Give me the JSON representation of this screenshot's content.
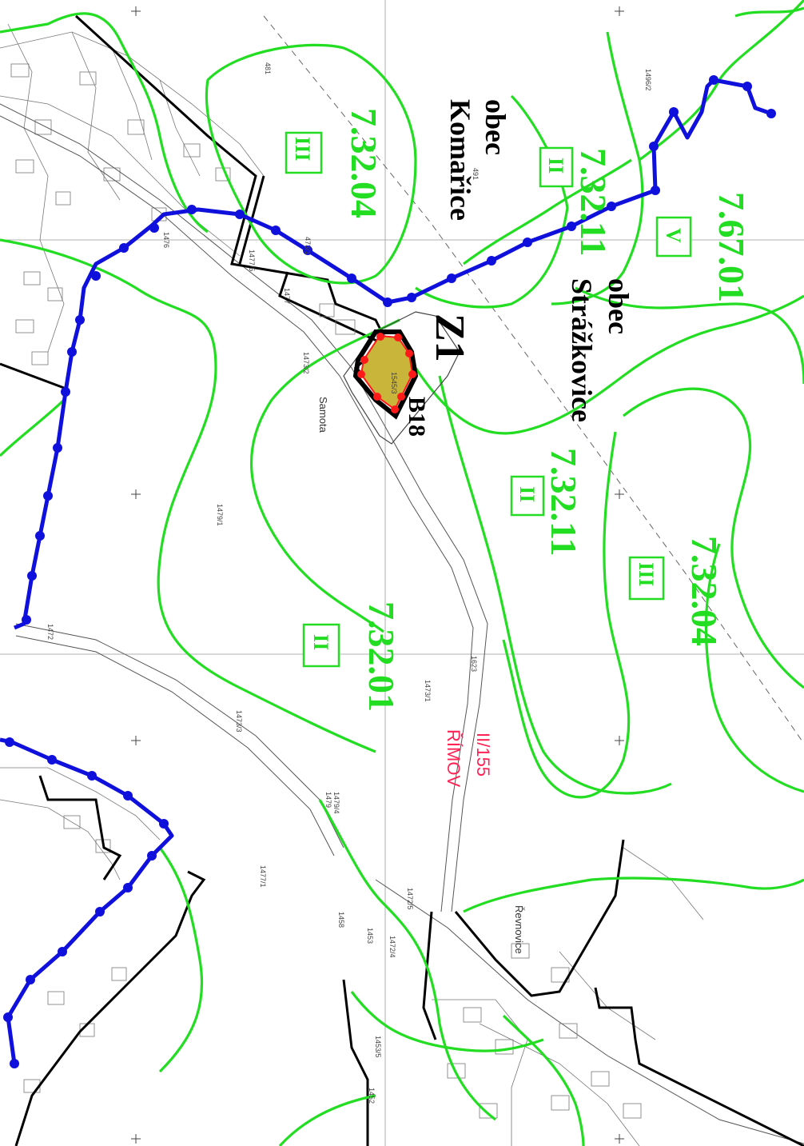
{
  "map": {
    "area_codes": [
      {
        "id": "code-7-32-04-top",
        "text": "7.32.04"
      },
      {
        "id": "code-7-32-11-upper",
        "text": "7.32.11"
      },
      {
        "id": "code-7-67-01",
        "text": "7.67.01"
      },
      {
        "id": "code-7-32-11-middle",
        "text": "7.32.11"
      },
      {
        "id": "code-7-32-04-right",
        "text": "7.32.04"
      },
      {
        "id": "code-7-32-01",
        "text": "7.32.01"
      }
    ],
    "roman_boxes": [
      {
        "id": "box-iii-top",
        "text": "III"
      },
      {
        "id": "box-ii-upper",
        "text": "II"
      },
      {
        "id": "box-v",
        "text": "V"
      },
      {
        "id": "box-ii-middle",
        "text": "II"
      },
      {
        "id": "box-iii-right",
        "text": "III"
      },
      {
        "id": "box-ii-lower",
        "text": "II"
      }
    ],
    "municipalities": {
      "komarice_line1": "obec",
      "komarice_line2": "Komařice",
      "strazkovice_line1": "obec",
      "strazkovice_line2": "Strážkovice"
    },
    "zone_label": "Z1",
    "plot_label": "B18",
    "road": {
      "number": "II/155",
      "name": "ŘÍMOV"
    },
    "places": {
      "samota": "Samota",
      "revnovice": "Řevnovice"
    },
    "plot_parcel": "1545/3",
    "parcels": [
      "473/1",
      "1477/5",
      "1477",
      "1476",
      "1473/2",
      "1479/1",
      "1473/3",
      "1473/1",
      "1623",
      "1472",
      "1479",
      "1477/1",
      "1472/5",
      "1458",
      "1452",
      "1472/4",
      "1453",
      "1479/4",
      "1496/2",
      "481",
      "491",
      "1453/5"
    ],
    "colors": {
      "flood_zone_line": "#22dd22",
      "boundary_line": "#1010dd",
      "plot_fill": "#c9b53a",
      "plot_vertices": "#ff1a1a",
      "road_label": "#ff2255"
    }
  }
}
